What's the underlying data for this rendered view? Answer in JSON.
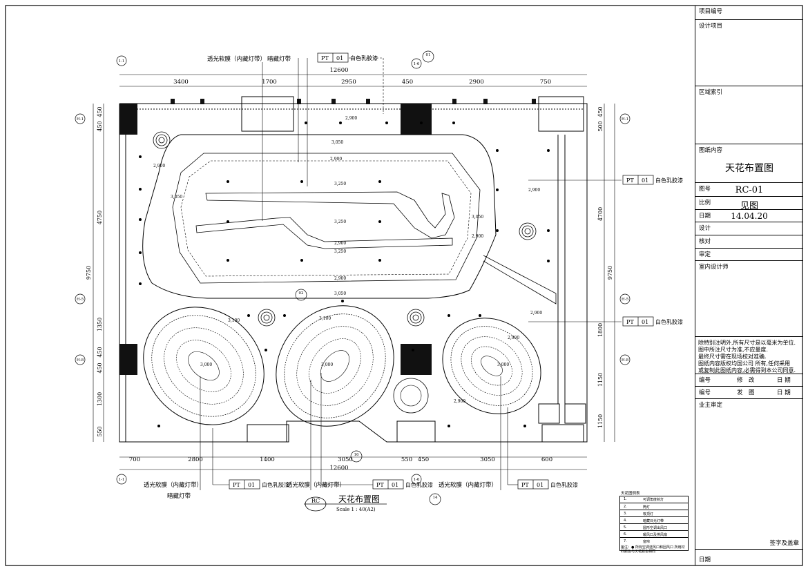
{
  "title_block": {
    "project_no_label": "项目编号",
    "project_label": "设计项目",
    "area_index_label": "区域索引",
    "content_label": "图纸内容",
    "content_value": "天花布置图",
    "drawing_no_label": "图号",
    "drawing_no_value": "RC-01",
    "scale_label": "比例",
    "scale_value": "见图",
    "date_label": "日期",
    "date_value": "14.04.20",
    "design_label": "设计",
    "check_label": "核对",
    "review_label": "审定",
    "designer_label": "室内设计师",
    "notes": [
      "除特别注明外,所有尺寸是以毫米为单位.",
      "图中所注尺寸为准,不应量度.",
      "最终尺寸需在现场校对准确.",
      "图纸内容版权均国公司 所有,任何采用",
      "或复制此图纸内容,必需得到本公司同意."
    ],
    "rev_headers_1": {
      "no": "编号",
      "mid": "修　改",
      "date": "日 期"
    },
    "rev_headers_2": {
      "no": "编号",
      "mid": "发　图",
      "date": "日 期"
    },
    "owner_label": "业主审定",
    "sign_label": "签字及盖章",
    "date_footer": "日期"
  },
  "drawing": {
    "title": "天花布置图",
    "scale_text": "Scale 1 : 40(A2)",
    "badge": "RC",
    "overall_dim": "12600",
    "top_dims": [
      "3400",
      "1700",
      "2950",
      "450",
      "2900",
      "750"
    ],
    "bottom_dims": [
      "700",
      "2800",
      "1400",
      "3050",
      "550",
      "450",
      "3050",
      "600"
    ],
    "left_dims": [
      "450",
      "450",
      "4750",
      "1350",
      "450",
      "450",
      "1300",
      "550"
    ],
    "left_total": "9750",
    "right_dims": [
      "450",
      "500",
      "4700",
      "1800",
      "1150",
      "1150"
    ],
    "right_total": "9750",
    "grid_markers": [
      "H-1",
      "H-5",
      "H-8",
      "H-1",
      "H-5",
      "H-8",
      "1-1",
      "1-6",
      "1-1",
      "1-6"
    ],
    "section_marks": [
      "01",
      "02",
      "16",
      "14"
    ],
    "callouts": {
      "translucent_film": "透光软膜（内藏灯带）",
      "hidden_light": "暗藏灯带",
      "pt_code": "PT",
      "pt_num": "01",
      "pt_desc": "白色乳胶漆"
    },
    "heights": [
      "2,900",
      "3,050",
      "3,250",
      "3,100",
      "3,000"
    ]
  },
  "legend": {
    "title": "天花图例表",
    "items": [
      {
        "no": "1.",
        "desc": "可调角度射灯"
      },
      {
        "no": "2.",
        "desc": "筒灯"
      },
      {
        "no": "3.",
        "desc": "吸顶灯"
      },
      {
        "no": "4.",
        "desc": "暗藏日光灯带"
      },
      {
        "no": "5.",
        "desc": "圆形空调出风口"
      },
      {
        "no": "6.",
        "desc": "暖风口及排风扇"
      },
      {
        "no": "7.",
        "desc": "窗帘"
      }
    ],
    "remark": "备注：● 所有空调送风口和回风口 所用材料颜色与天花颜色相同"
  }
}
